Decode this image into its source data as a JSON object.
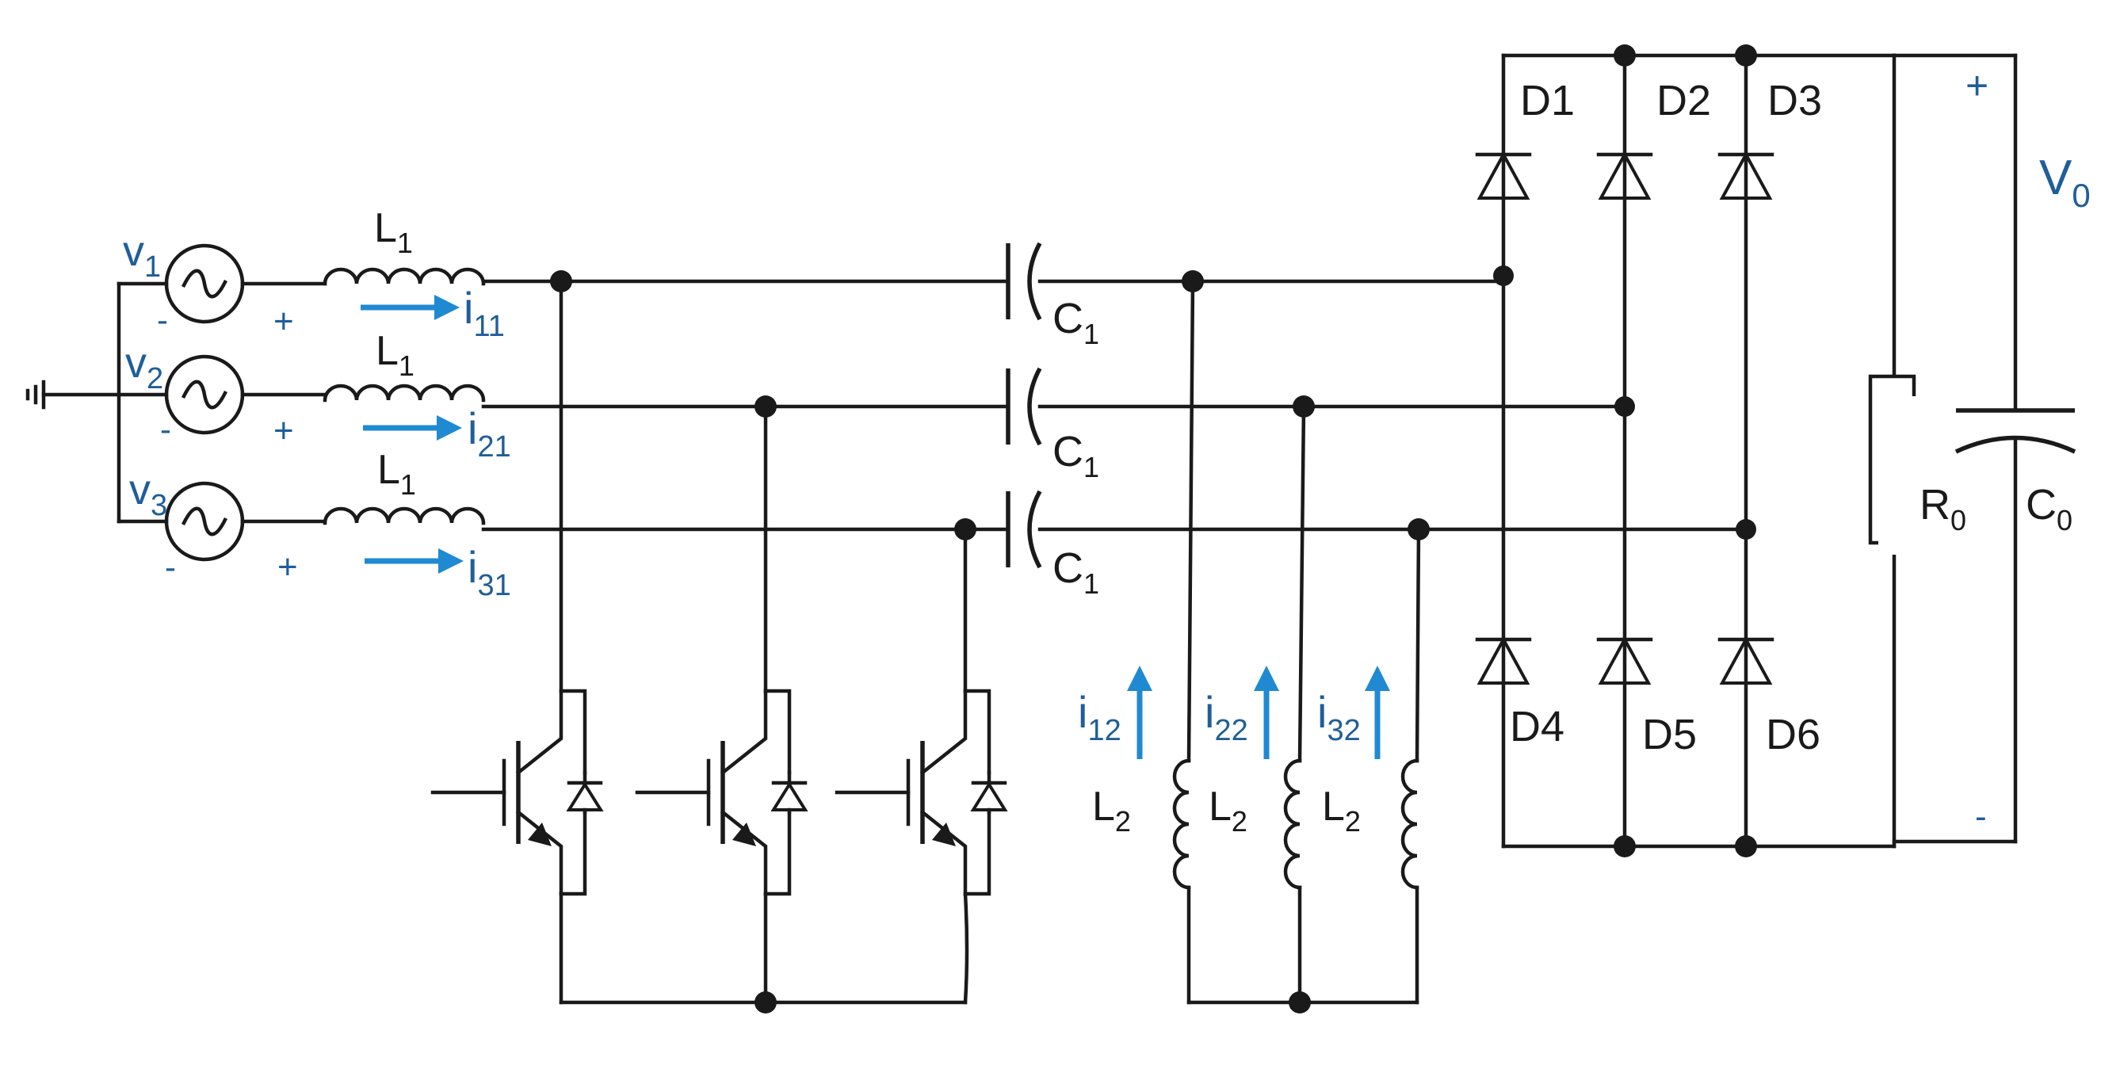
{
  "sources": [
    {
      "name": "v",
      "sub": "1",
      "minus": "-",
      "plus": "+"
    },
    {
      "name": "v",
      "sub": "2",
      "minus": "-",
      "plus": "+"
    },
    {
      "name": "v",
      "sub": "3",
      "minus": "-",
      "plus": "+"
    }
  ],
  "inductors_l1": [
    {
      "name": "L",
      "sub": "1"
    },
    {
      "name": "L",
      "sub": "1"
    },
    {
      "name": "L",
      "sub": "1"
    }
  ],
  "currents_in": [
    {
      "name": "i",
      "sub": "11"
    },
    {
      "name": "i",
      "sub": "21"
    },
    {
      "name": "i",
      "sub": "31"
    }
  ],
  "capacitors_c1": [
    {
      "name": "C",
      "sub": "1"
    },
    {
      "name": "C",
      "sub": "1"
    },
    {
      "name": "C",
      "sub": "1"
    }
  ],
  "currents_l2": [
    {
      "name": "i",
      "sub": "12"
    },
    {
      "name": "i",
      "sub": "22"
    },
    {
      "name": "i",
      "sub": "32"
    }
  ],
  "inductors_l2": [
    {
      "name": "L",
      "sub": "2"
    },
    {
      "name": "L",
      "sub": "2"
    },
    {
      "name": "L",
      "sub": "2"
    }
  ],
  "diodes": [
    "D1",
    "D2",
    "D3",
    "D4",
    "D5",
    "D6"
  ],
  "load_resistor": {
    "name": "R",
    "sub": "0"
  },
  "output_capacitor": {
    "name": "C",
    "sub": "0"
  },
  "output_voltage": {
    "name": "V",
    "sub": "0",
    "plus": "+",
    "minus": "-"
  },
  "colors": {
    "wire": "#1a1a1a",
    "current_arrow": "#1f8ad2",
    "label_blue": "#1f5e99"
  }
}
